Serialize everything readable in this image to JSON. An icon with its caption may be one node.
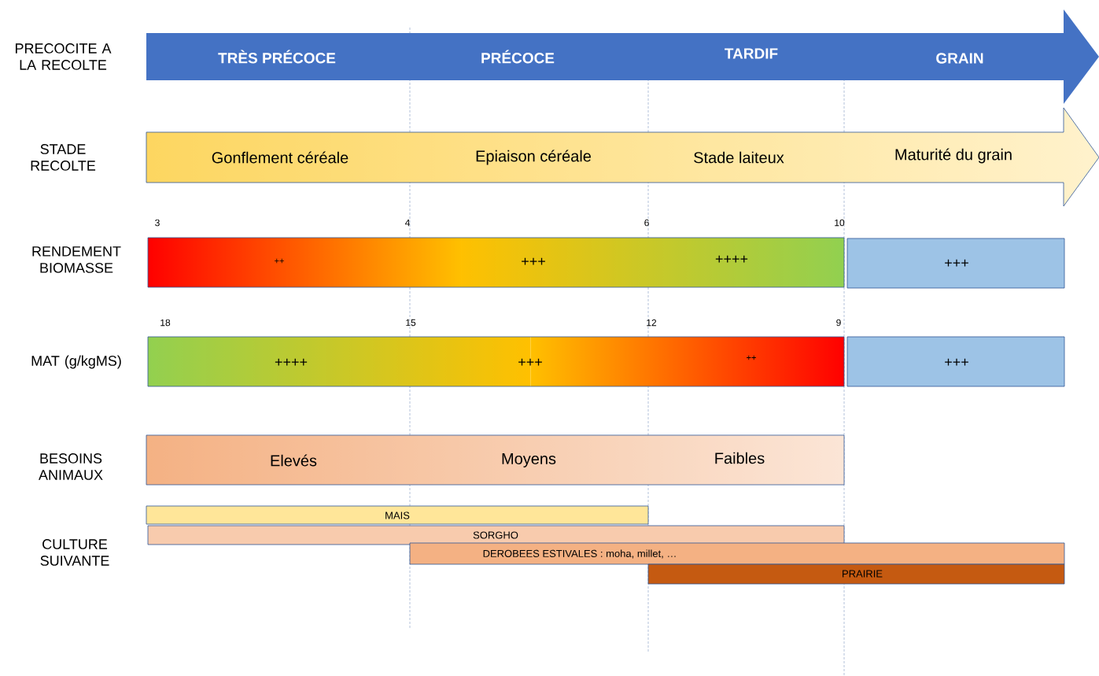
{
  "diagram": {
    "nodes": [
      {
        "text": [
          "TRÈS PRÉCOCE",
          "PRÉCOCE",
          "TARDIF",
          "GRAIN"
        ]
      },
      {
        "text": [
          "Gonflement céréale",
          "Epiaison céréale",
          "Stade laiteux",
          "Maturité du grain"
        ]
      },
      {
        "text": [
          "++",
          "+++",
          "++++"
        ]
      },
      {
        "text": [
          "+++"
        ]
      },
      {
        "text": [
          "++++",
          "+++",
          "++"
        ]
      },
      {
        "text": [
          "+++"
        ]
      },
      {
        "text": [
          "Elevés",
          "Moyens",
          "Faibles"
        ]
      },
      {
        "text": [
          "MAIS"
        ]
      },
      {
        "text": [
          "SORGHO"
        ]
      },
      {
        "text": [
          "DEROBEES ESTIVALES : moha, millet, …"
        ]
      },
      {
        "text": [
          "PRAIRIE"
        ]
      }
    ],
    "labels": [
      "PRECOCITE A LA RECOLTE",
      "STADE RECOLTE",
      "3",
      "4",
      "6",
      "10",
      "RENDEMENT BIOMASSE",
      "18",
      "15",
      "12",
      "9",
      "MAT (g/kgMS)",
      "BESOINS ANIMAUX",
      "CULTURE SUIVANTE"
    ]
  }
}
